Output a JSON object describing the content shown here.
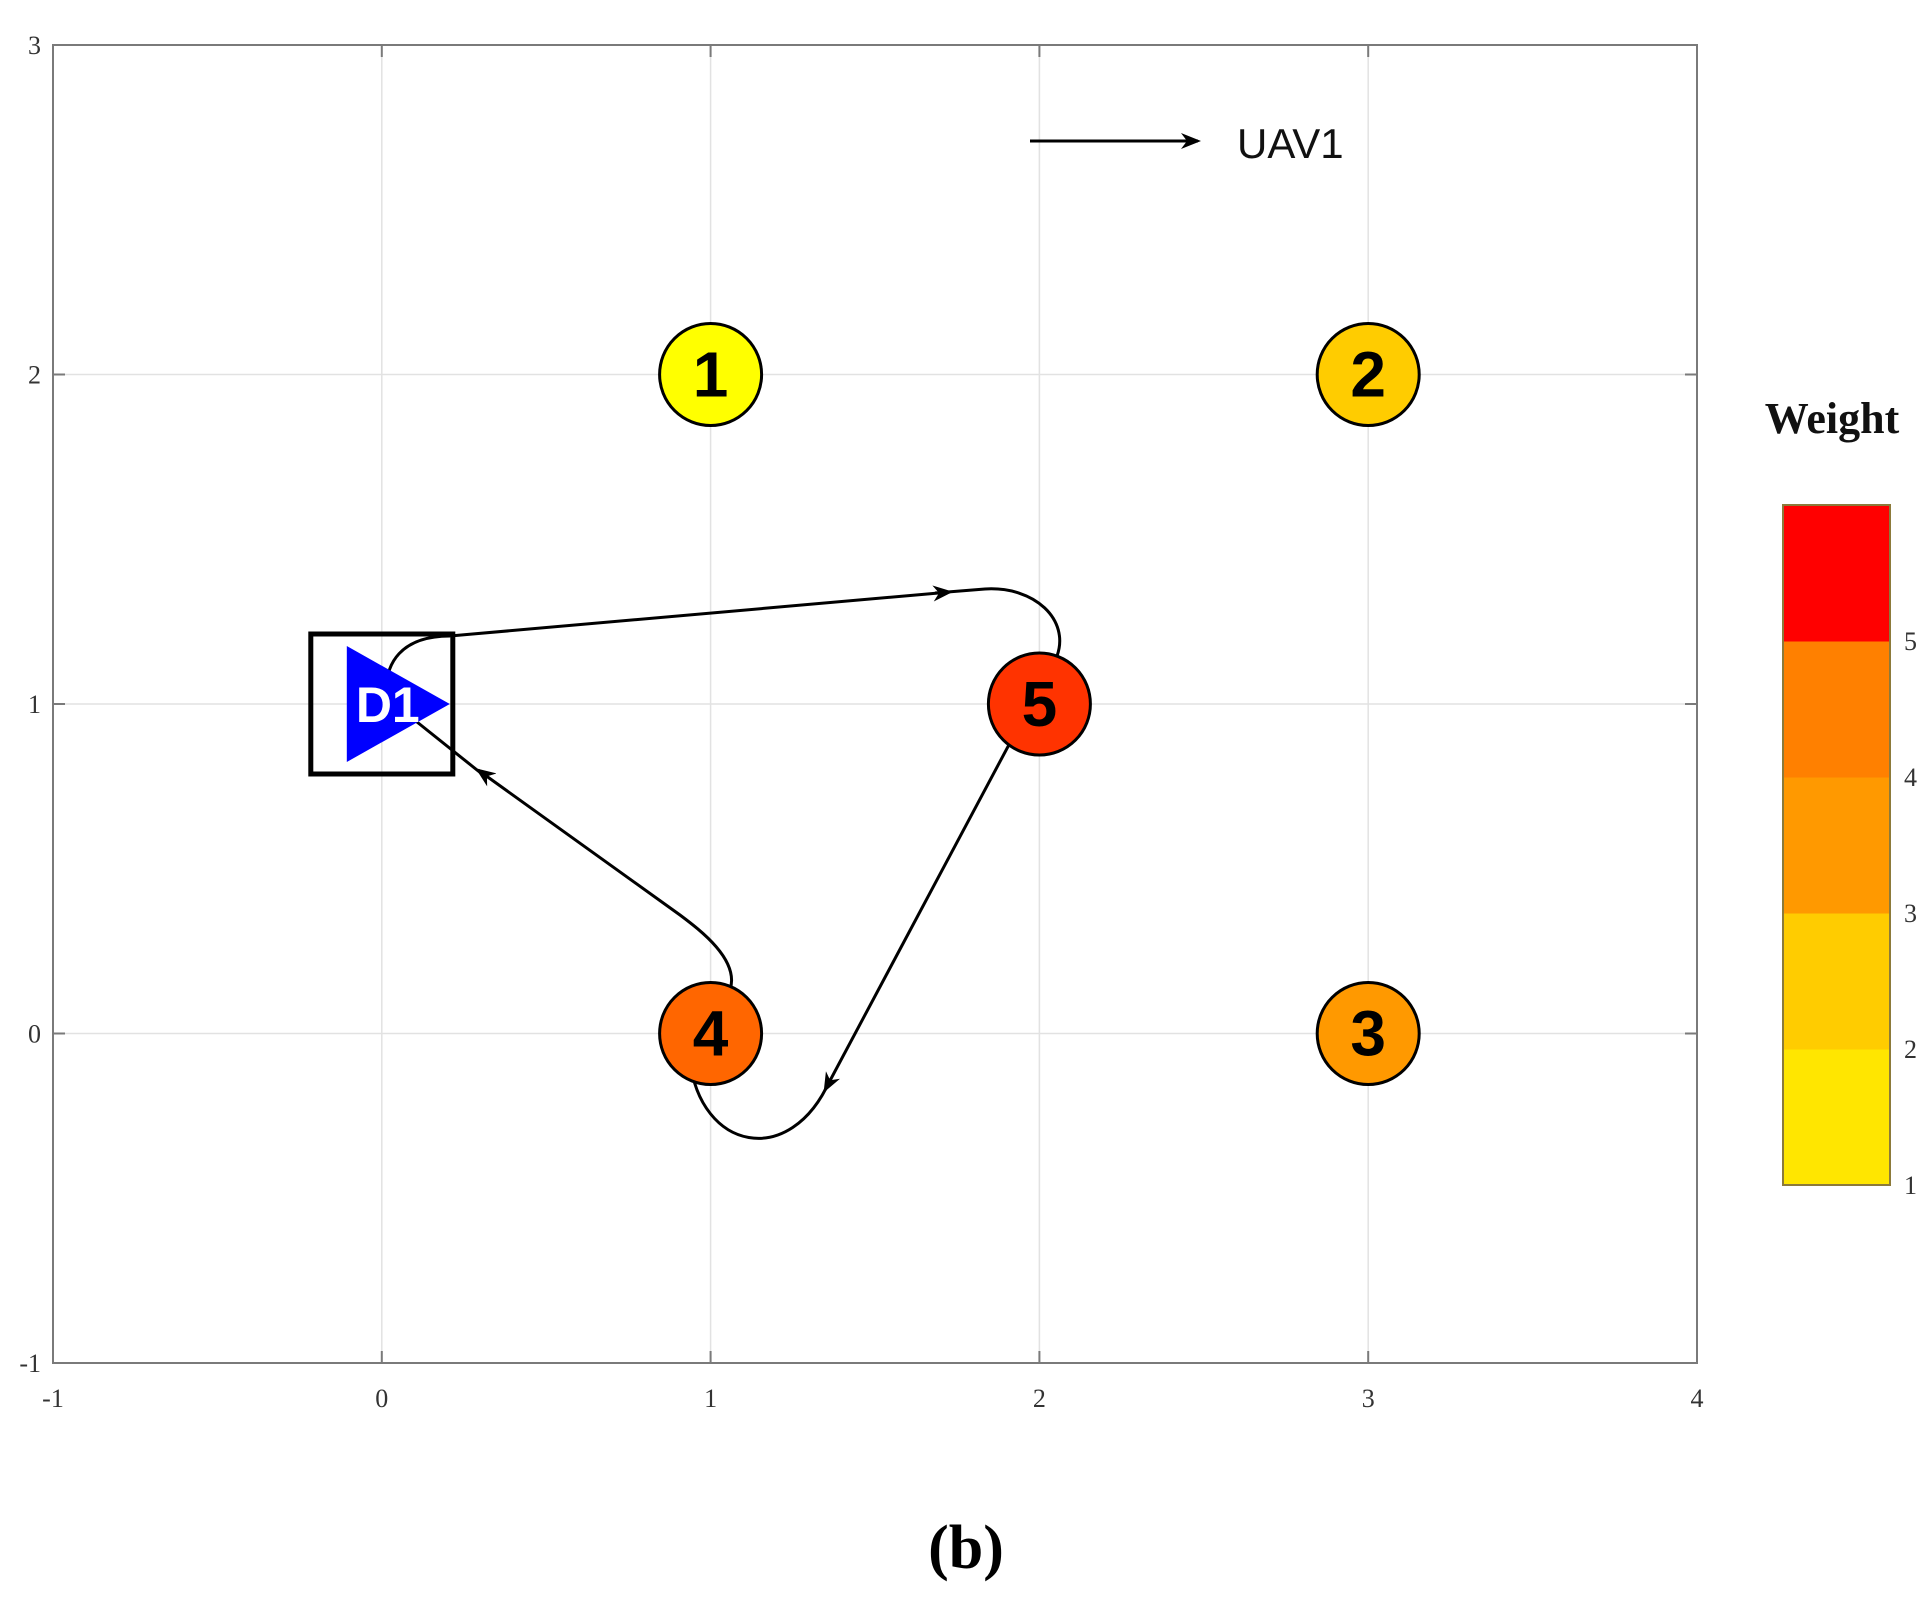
{
  "chart_data": {
    "type": "scatter",
    "xlim": [
      -1,
      4
    ],
    "ylim": [
      -1,
      3
    ],
    "x_ticks": [
      -1,
      0,
      1,
      2,
      3,
      4
    ],
    "y_ticks": [
      -1,
      0,
      1,
      2,
      3
    ],
    "x_tick_labels": [
      "-1",
      "0",
      "1",
      "2",
      "3",
      "4"
    ],
    "y_tick_labels": [
      "-1",
      "0",
      "1",
      "2",
      "3"
    ],
    "grid": true,
    "targets": [
      {
        "label": "1",
        "x": 1,
        "y": 2,
        "weight": 1,
        "color": "#ffff00"
      },
      {
        "label": "2",
        "x": 3,
        "y": 2,
        "weight": 2,
        "color": "#ffcc00"
      },
      {
        "label": "3",
        "x": 3,
        "y": 0,
        "weight": 3,
        "color": "#ff9900"
      },
      {
        "label": "4",
        "x": 1,
        "y": 0,
        "weight": 4,
        "color": "#ff6600"
      },
      {
        "label": "5",
        "x": 2,
        "y": 1,
        "weight": 5,
        "color": "#ff3300"
      }
    ],
    "depot": {
      "label": "D1",
      "x": 0,
      "y": 1,
      "color": "#0000ff"
    },
    "route": {
      "name": "UAV1",
      "sequence": [
        "D1",
        "5",
        "4",
        "D1"
      ]
    },
    "legend": {
      "label": "UAV1",
      "placement": "top-center"
    },
    "colorbar": {
      "title": "Weight",
      "tick_labels": [
        "1",
        "2",
        "3",
        "4",
        "5"
      ],
      "colors": [
        "#ffe600",
        "#ffcc00",
        "#ff9900",
        "#ff8000",
        "#ff0000"
      ]
    },
    "caption": "(b)"
  }
}
